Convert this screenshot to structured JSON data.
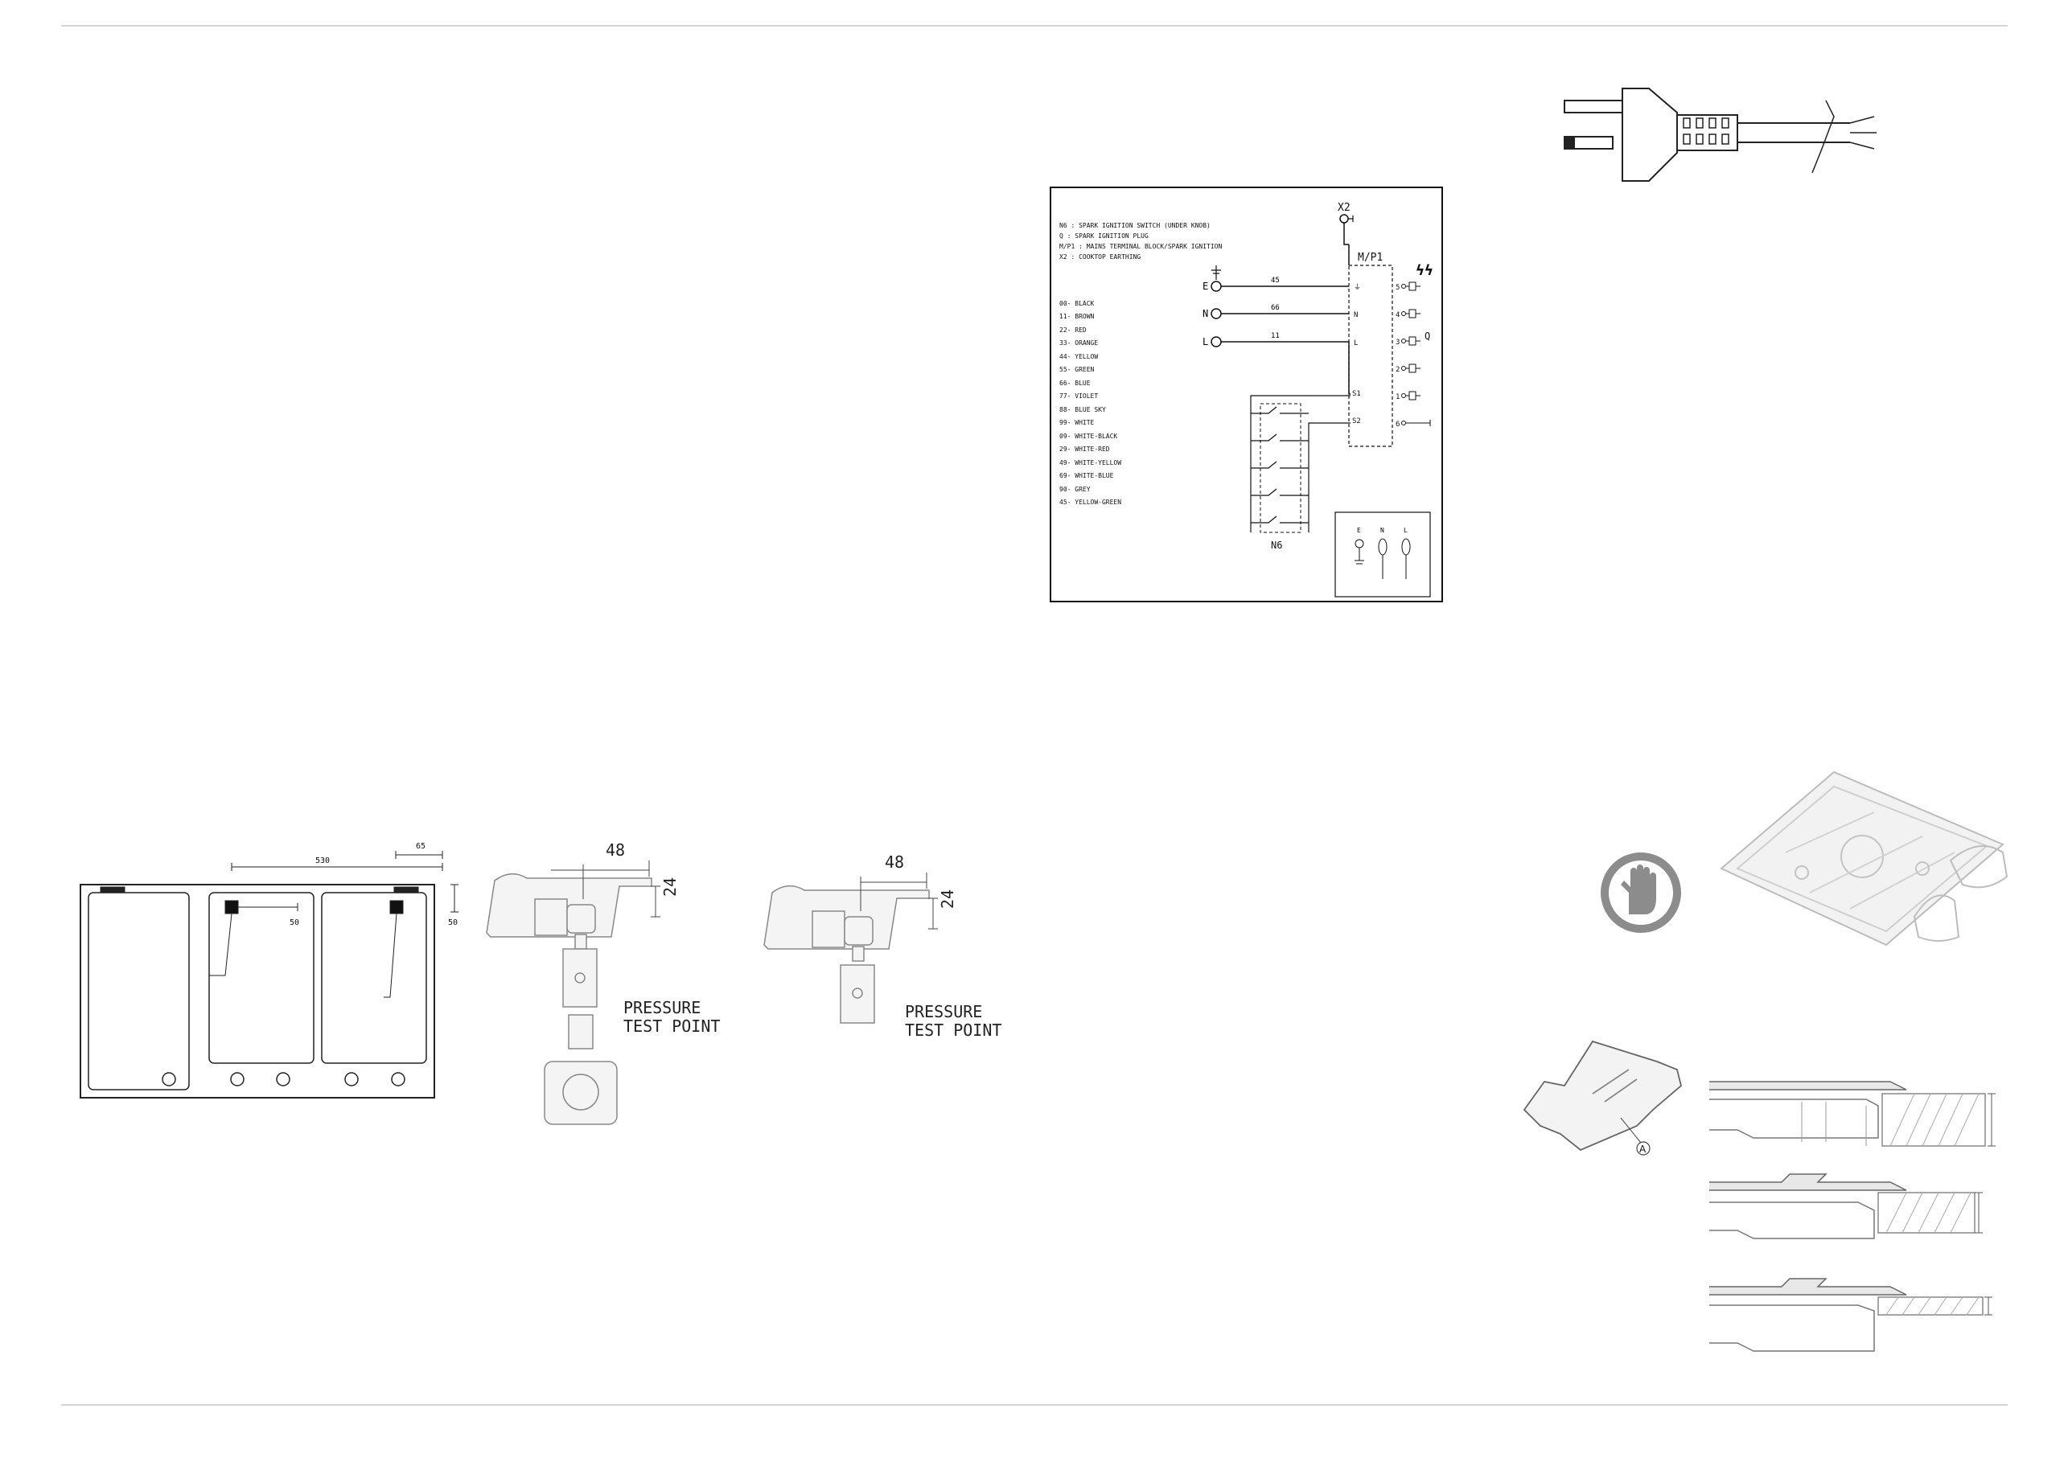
{
  "hob_top_view": {
    "dim_width": "530",
    "dim_offset": "65",
    "dim_side": "50",
    "dim_inner": "50"
  },
  "gas_fitting_left": {
    "dim_h": "48",
    "dim_v": "24",
    "label_line1": "PRESSURE",
    "label_line2": "TEST  POINT"
  },
  "gas_fitting_right": {
    "dim_h": "48",
    "dim_v": "24",
    "label_line1": "PRESSURE",
    "label_line2": "TEST  POINT"
  },
  "wiring_diagram": {
    "legend_components": [
      "N6   : SPARK IGNITION SWITCH (UNDER KNOB)",
      "Q    : SPARK IGNITION PLUG",
      "M/P1   : MAINS TERMINAL BLOCK/SPARK IGNITION",
      "X2   : COOKTOP EARTHING"
    ],
    "legend_colors": [
      "00- BLACK",
      "11- BROWN",
      "22- RED",
      "33- ORANGE",
      "44- YELLOW",
      "55- GREEN",
      "66- BLUE",
      "77- VIOLET",
      "88- BLUE SKY",
      "99- WHITE",
      "09- WHITE-BLACK",
      "29- WHITE-RED",
      "49- WHITE-YELLOW",
      "69- WHITE-BLUE",
      "90- GREY",
      "45- YELLOW-GREEN"
    ],
    "label_x2": "X2",
    "label_mp1": "M/P1",
    "label_n6": "N6",
    "label_q": "Q",
    "terminals_left": [
      "E",
      "N",
      "L"
    ],
    "wire_codes": [
      "45",
      "66",
      "11"
    ],
    "block_labels": [
      "N",
      "L",
      "S1",
      "S2"
    ],
    "plug_numbers": [
      "5",
      "4",
      "3",
      "2",
      "1",
      "6"
    ],
    "inset_labels": [
      "E",
      "N",
      "L"
    ]
  },
  "bracket_figure": {
    "label_a": "A"
  }
}
